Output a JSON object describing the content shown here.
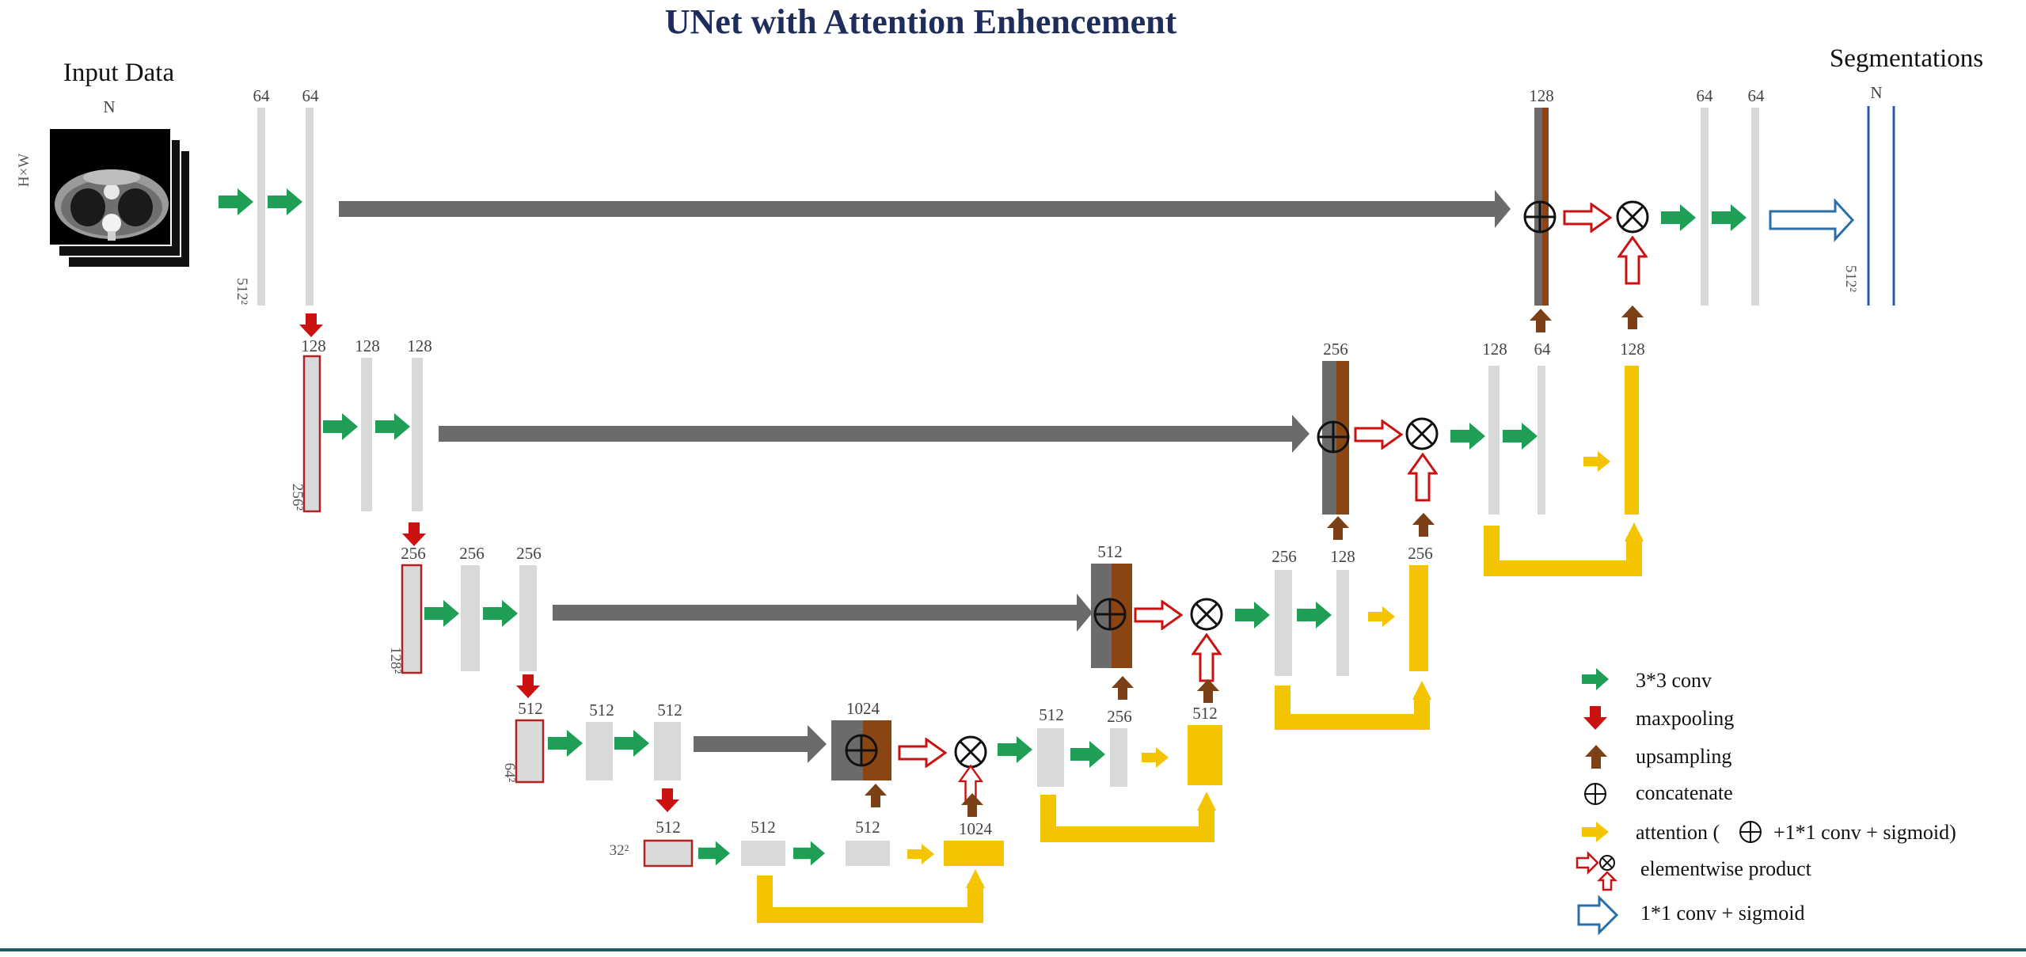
{
  "title": "UNet with Attention Enhencement",
  "input_label": "Input Data",
  "output_label": "Segmentations",
  "n_label": "N",
  "hw_label": "H×W",
  "dims": {
    "d512": "512²",
    "d256": "256²",
    "d128": "128²",
    "d64": "64²",
    "d32": "32²"
  },
  "channels": {
    "l1_a": "64",
    "l1_b": "64",
    "l2_a": "128",
    "l2_b": "128",
    "l2_c": "128",
    "l3_a": "256",
    "l3_b": "256",
    "l3_c": "256",
    "l4_a": "512",
    "l4_b": "512",
    "l4_c": "512",
    "l5_a": "512",
    "l5_b": "512",
    "l5_c": "512",
    "l5_att": "1024",
    "u4_cat": "1024",
    "u4_a": "512",
    "u4_b": "256",
    "u4_att": "512",
    "u3_cat": "512",
    "u3_a": "256",
    "u3_b": "128",
    "u3_att": "256",
    "u2_cat": "256",
    "u2_a": "128",
    "u2_b": "64",
    "u2_att": "128",
    "u1_cat": "128",
    "u1_a": "64",
    "u1_b": "64"
  },
  "legend": {
    "conv": "3*3 conv",
    "maxpool": "maxpooling",
    "upsample": "upsampling",
    "concat": "concatenate",
    "attention_pre": "attention (",
    "attention_post": "+1*1 conv + sigmoid)",
    "elementwise": "elementwise product",
    "final": "1*1 conv + sigmoid"
  },
  "colors": {
    "title": "#1f2d5c",
    "conv_arrow": "#1f9e55",
    "maxpool_arrow": "#cc1111",
    "upsample_arrow": "#7b4016",
    "attention": "#f5c400",
    "skip": "#6b6b6b",
    "feature_map": "#d9d9d9",
    "pooled_outline": "#b22222",
    "final_arrow": "#2a6fa8",
    "bottom_rule": "#1f5b66"
  }
}
